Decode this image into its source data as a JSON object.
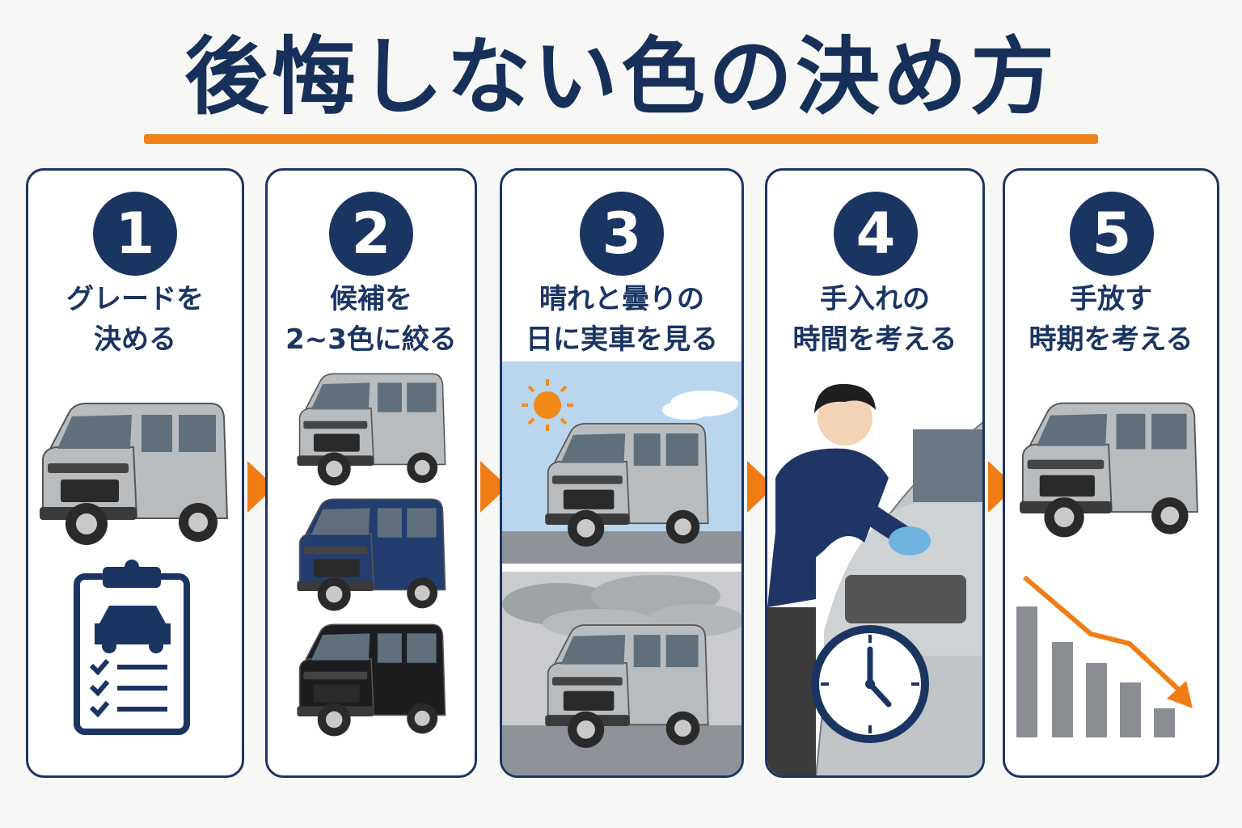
{
  "title": "後悔しない色の決め方",
  "colors": {
    "navy": "#1b3563",
    "orange": "#f08019",
    "car_silver": "#b9bcbf",
    "car_blue": "#223d6e",
    "car_black": "#1d1d20"
  },
  "steps": [
    {
      "number": "1",
      "lines": [
        "グレードを",
        "決める"
      ],
      "icons": [
        "car-icon",
        "clipboard-checklist-icon"
      ]
    },
    {
      "number": "2",
      "lines": [
        "候補を",
        "2~3色に絞る"
      ],
      "icons": [
        "silver-car-icon",
        "blue-car-icon",
        "black-car-icon"
      ]
    },
    {
      "number": "3",
      "lines": [
        "晴れと曇りの",
        "日に実車を見る"
      ],
      "icons": [
        "sun-icon",
        "cloud-icon",
        "car-icon"
      ]
    },
    {
      "number": "4",
      "lines": [
        "手入れの",
        "時間を考える"
      ],
      "icons": [
        "person-washing-car-icon",
        "clock-icon"
      ]
    },
    {
      "number": "5",
      "lines": [
        "手放す",
        "時期を考える"
      ],
      "icons": [
        "car-icon",
        "declining-bar-chart-icon"
      ]
    }
  ]
}
